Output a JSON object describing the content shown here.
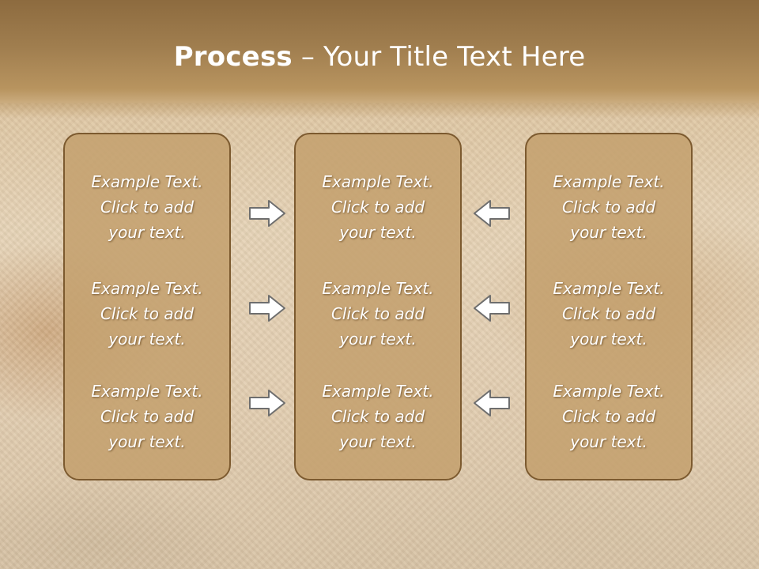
{
  "slide": {
    "title_bold": "Process",
    "title_rest": " – Your Title Text Here"
  },
  "columns": [
    {
      "items": [
        "Example Text.\nClick  to add\nyour text.",
        "Example Text.\nClick  to add\nyour text.",
        "Example Text.\nClick  to add\nyour text."
      ]
    },
    {
      "items": [
        "Example Text.\nClick  to add\nyour text.",
        "Example Text.\nClick  to add\nyour text.",
        "Example Text.\nClick  to add\nyour text."
      ]
    },
    {
      "items": [
        "Example Text.\nClick  to add\nyour text.",
        "Example Text.\nClick  to add\nyour text.",
        "Example Text.\nClick  to add\nyour text."
      ]
    }
  ],
  "arrows": {
    "left_column_icon": "arrow-right-icon",
    "right_column_icon": "arrow-left-icon"
  },
  "colors": {
    "header": "#9b7848",
    "panel_fill": "#c4a06e",
    "panel_border": "#7c5a2f",
    "text": "#ffffff"
  }
}
